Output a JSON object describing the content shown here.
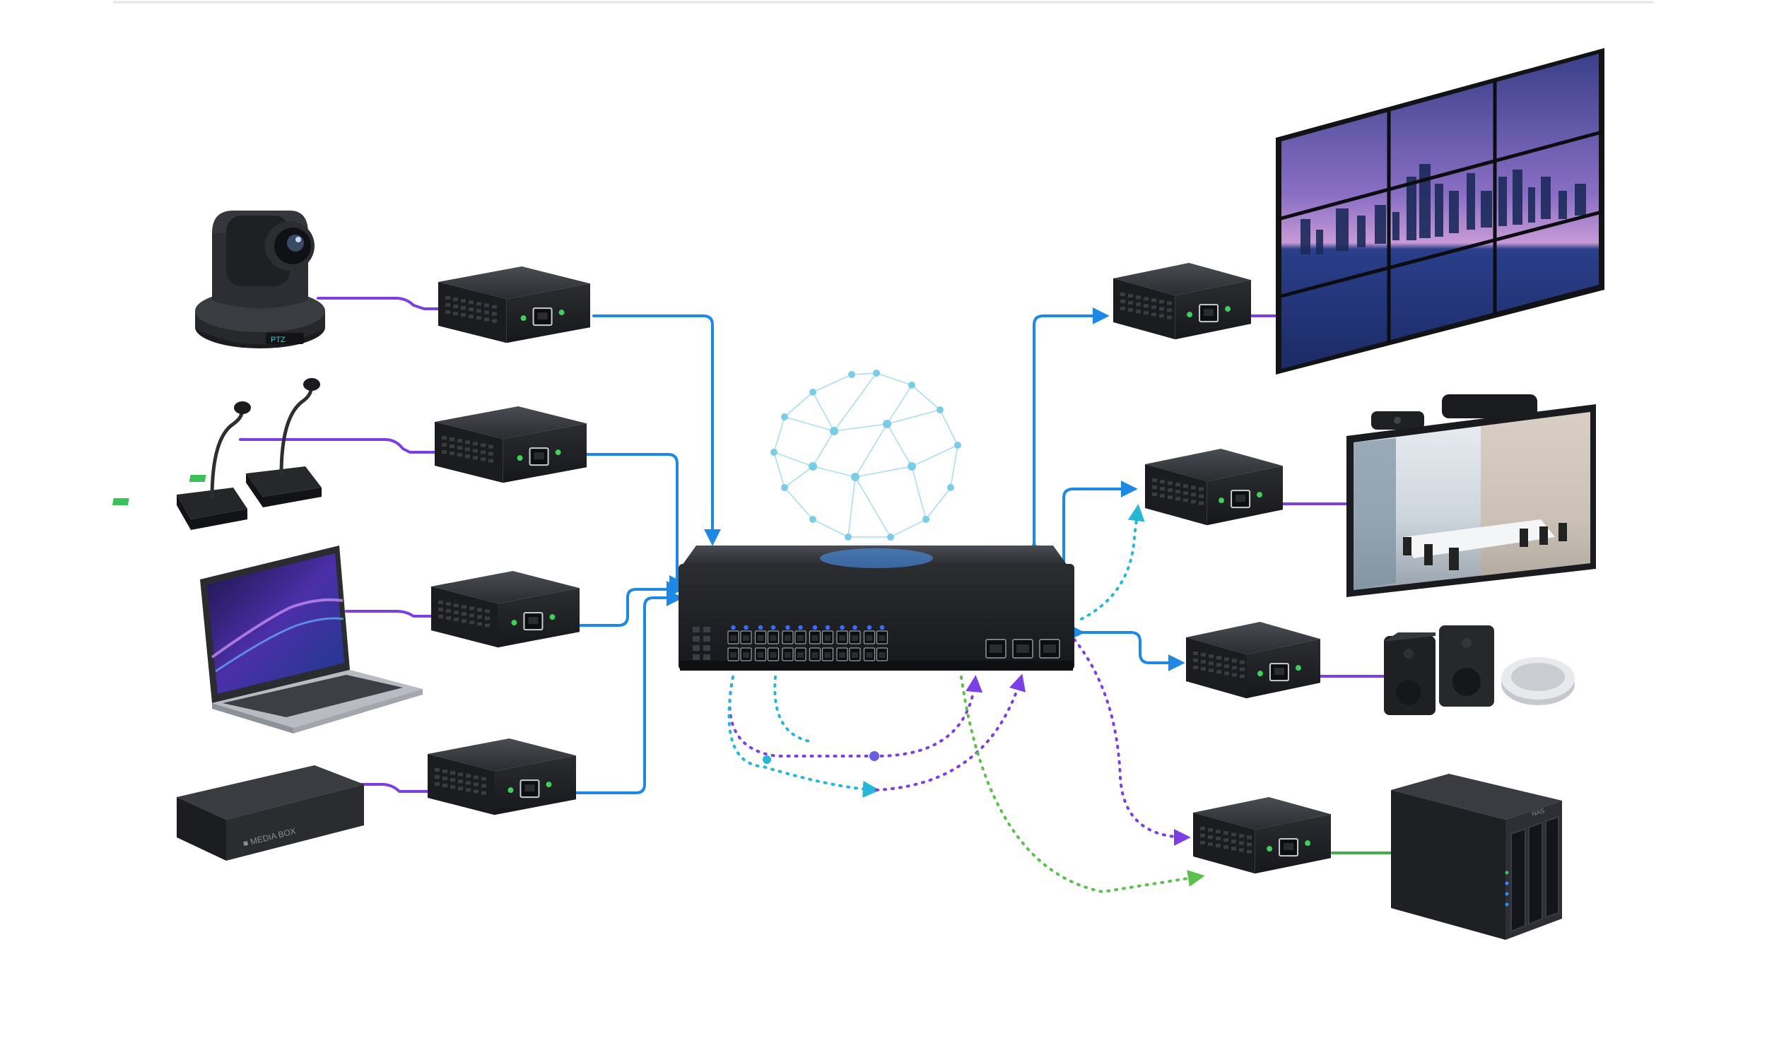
{
  "diagram": {
    "accent_colors": {
      "network_link": "#1e88e5",
      "source_link": "#7b3fe4",
      "storage_link": "#43b047",
      "dotted_cyan": "#26b6d6",
      "dotted_purple": "#7b3fe4",
      "dotted_green": "#5cbf4e",
      "port_led": "#3b6cff"
    },
    "switch": {
      "name": "network-switch",
      "ports_rj45": 24,
      "ports_sfp": 3
    },
    "sources": [
      {
        "icon": "ptz-camera-icon"
      },
      {
        "icon": "gooseneck-microphones-icon"
      },
      {
        "icon": "laptop-icon"
      },
      {
        "icon": "media-player-box-icon"
      }
    ],
    "destinations": [
      {
        "icon": "video-wall-icon"
      },
      {
        "icon": "conference-display-icon"
      },
      {
        "icon": "speakers-icon"
      },
      {
        "icon": "nas-storage-icon"
      }
    ],
    "devices": {
      "camera_badge": "PTZ",
      "player_badge": "■ MEDIA BOX",
      "nas_badge": "NAS"
    }
  }
}
